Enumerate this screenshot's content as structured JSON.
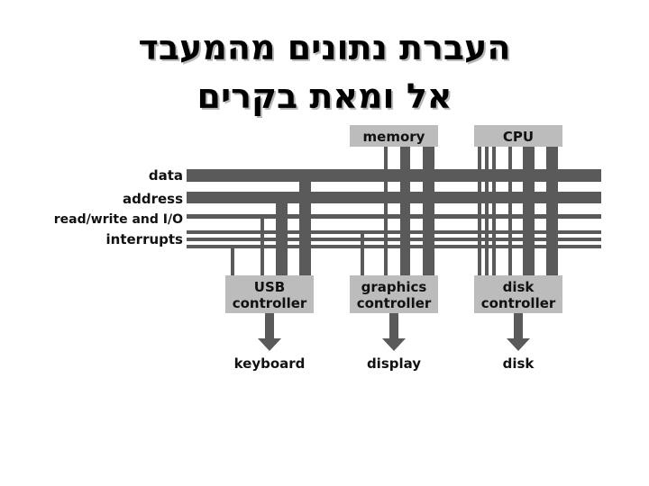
{
  "title": {
    "line1": "העברת נתונים מהמעבד",
    "line2": "אל ומאת בקרים"
  },
  "colors": {
    "bus": "#5a5a5a",
    "box": "#bcbcbc",
    "text": "#111111",
    "background": "#ffffff"
  },
  "diagram": {
    "bus_lines": {
      "data": "data",
      "address": "address",
      "rw_io": "read/write and I/O",
      "interrupts": "interrupts"
    },
    "components": {
      "memory": "memory",
      "cpu": "CPU"
    },
    "controllers": {
      "usb": {
        "line1": "USB",
        "line2": "controller",
        "device": "keyboard"
      },
      "graphics": {
        "line1": "graphics",
        "line2": "controller",
        "device": "display"
      },
      "disk": {
        "line1": "disk",
        "line2": "controller",
        "device": "disk"
      }
    }
  }
}
